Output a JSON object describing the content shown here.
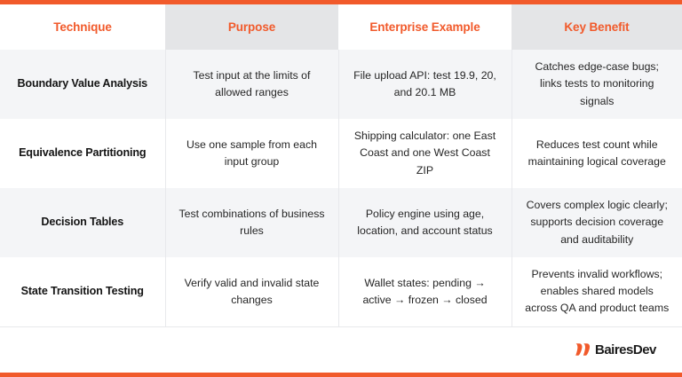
{
  "theme": {
    "accent": "#f15a2b",
    "header_shade_bg": "#e4e5e7",
    "row_shade_bg": "#f4f5f7",
    "row_plain_bg": "#ffffff",
    "body_text": "#262626",
    "divider": "#e8e9ec"
  },
  "table": {
    "columns": [
      {
        "label": "Technique"
      },
      {
        "label": "Purpose"
      },
      {
        "label": "Enterprise Example"
      },
      {
        "label": "Key Benefit"
      }
    ],
    "rows": [
      {
        "technique": "Boundary Value Analysis",
        "purpose": "Test input at the limits of allowed ranges",
        "enterprise_example": "File upload API: test 19.9, 20, and 20.1 MB",
        "key_benefit": "Catches edge-case bugs; links tests to monitoring signals"
      },
      {
        "technique": "Equivalence Partitioning",
        "purpose": "Use one sample from each input group",
        "enterprise_example": "Shipping calculator: one East Coast and one West Coast ZIP",
        "key_benefit": "Reduces test count while maintaining logical coverage"
      },
      {
        "technique": "Decision Tables",
        "purpose": "Test combinations of business rules",
        "enterprise_example": "Policy engine using age, location, and account status",
        "key_benefit": "Covers complex logic clearly; supports decision coverage and auditability"
      },
      {
        "technique": "State Transition Testing",
        "purpose": "Verify valid and invalid state changes",
        "enterprise_example": "Wallet states: pending → active → frozen → closed",
        "key_benefit": "Prevents invalid workflows; enables shared models across QA and product teams"
      }
    ]
  },
  "branding": {
    "logo_icon": "bairesdev-double-chevron-icon",
    "name": "BairesDev"
  }
}
